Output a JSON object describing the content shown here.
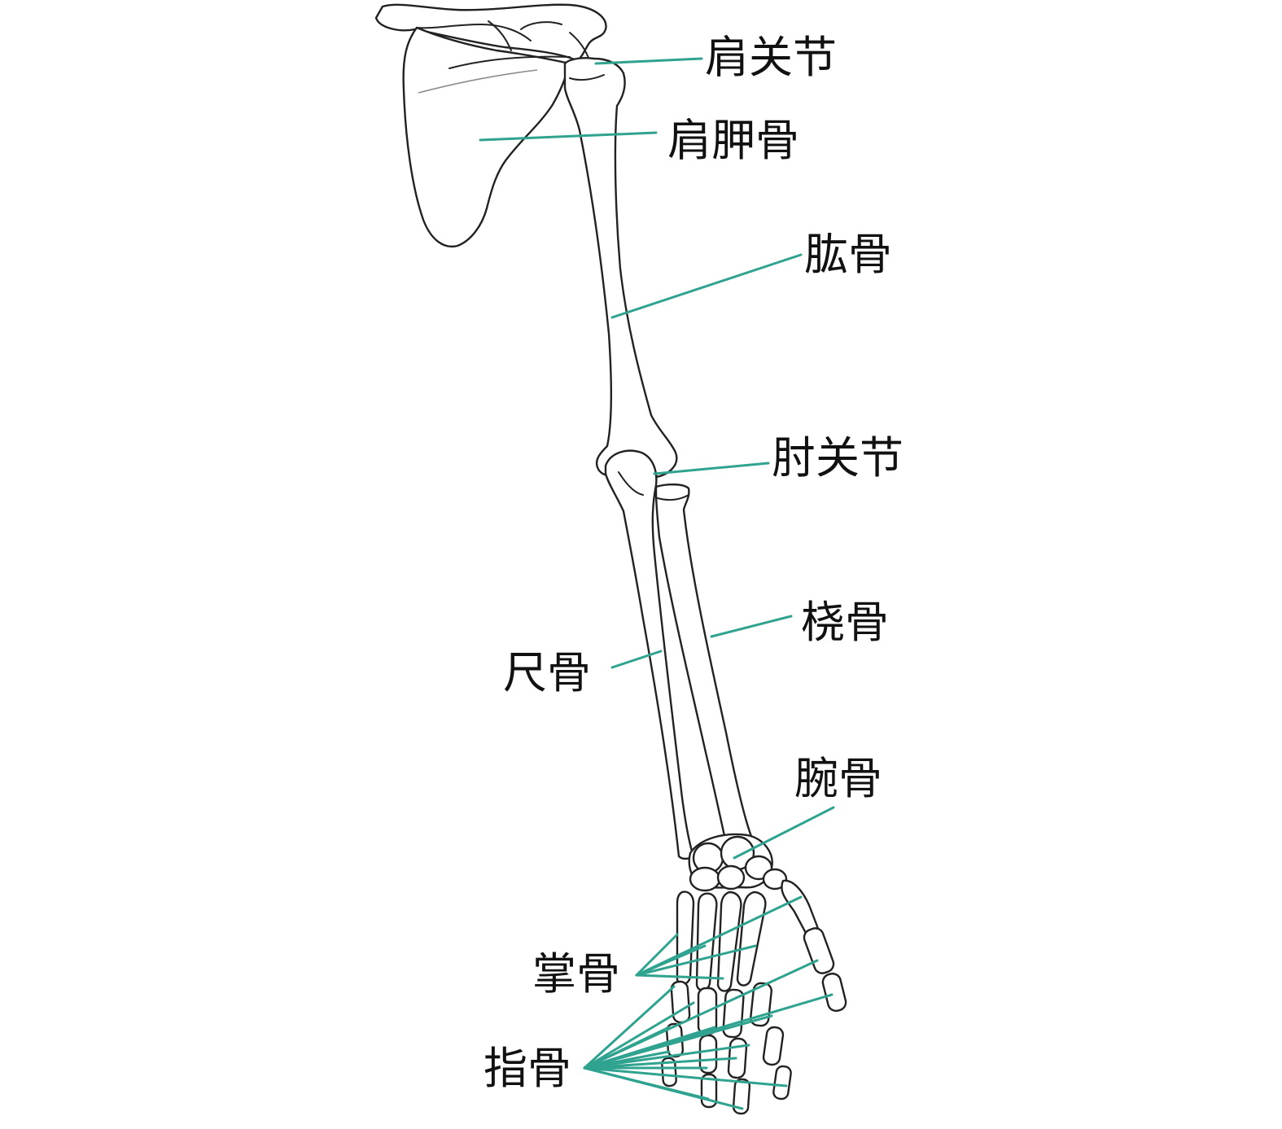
{
  "colors": {
    "leader": "#2fa38f",
    "outline": "#222222"
  },
  "labels": {
    "shoulder_joint": "肩关节",
    "scapula": "肩胛骨",
    "humerus": "肱骨",
    "elbow_joint": "肘关节",
    "radius": "桡骨",
    "ulna": "尺骨",
    "carpals": "腕骨",
    "metacarpals": "掌骨",
    "phalanges": "指骨"
  }
}
